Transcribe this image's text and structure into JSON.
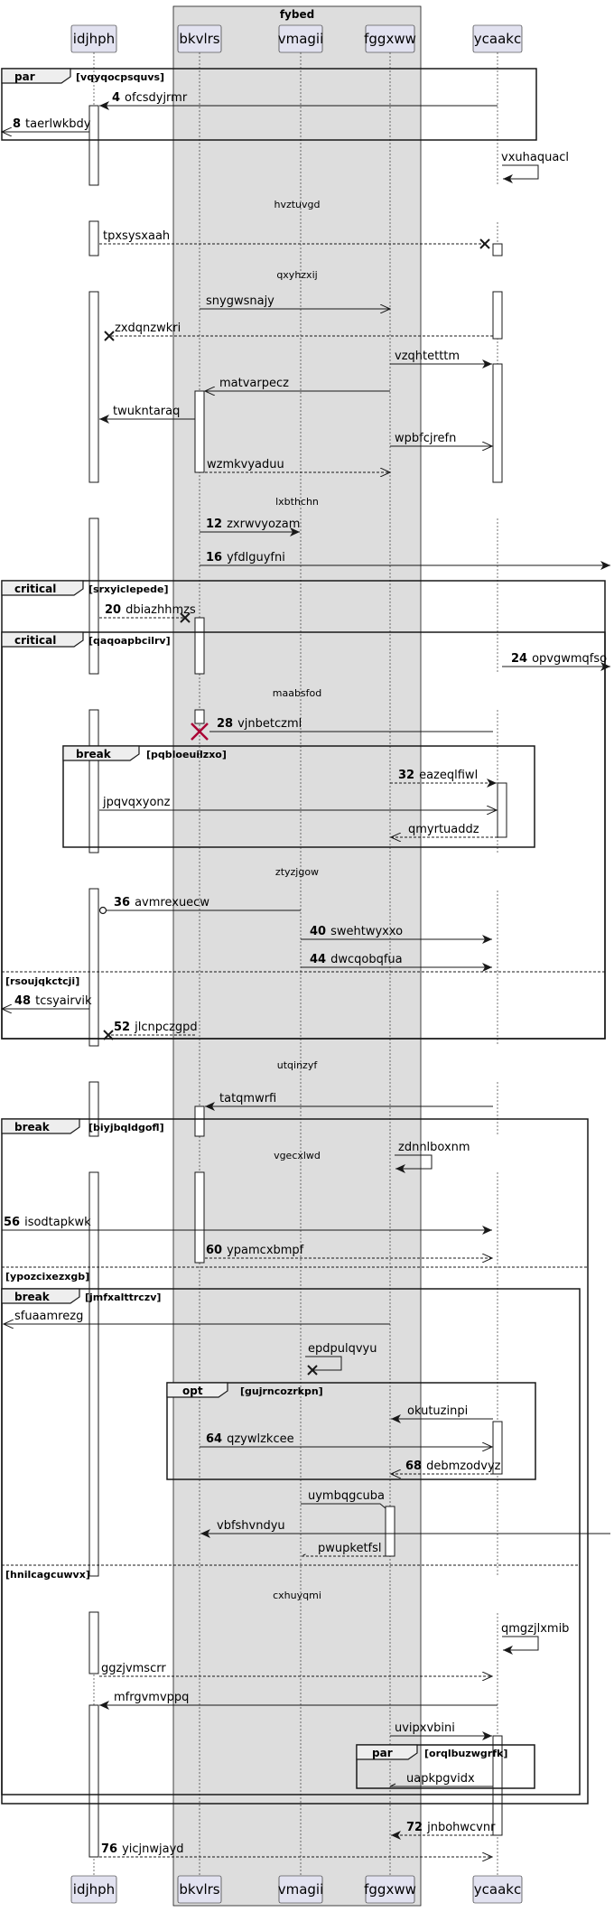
{
  "box": {
    "label": "fybed"
  },
  "participants": [
    {
      "key": "p1",
      "name": "idjhph"
    },
    {
      "key": "p2",
      "name": "bkvlrs"
    },
    {
      "key": "p3",
      "name": "vmagii"
    },
    {
      "key": "p4",
      "name": "fggxww"
    },
    {
      "key": "p5",
      "name": "ycaakc"
    }
  ],
  "fragments": [
    {
      "kind": "par",
      "condition": "[vqyqocpsquvs]"
    },
    {
      "kind": "critical",
      "condition": "[srxyiclepede]"
    },
    {
      "kind": "critical",
      "condition": "[qaqoapbcilrv]"
    },
    {
      "kind": "break",
      "condition": "[pqbloeuilzxo]"
    },
    {
      "kind": "break",
      "condition": "[biyjbqldgofl]"
    },
    {
      "kind": "break",
      "condition": "[jmfxalttrczv]"
    },
    {
      "kind": "opt",
      "condition": "[gujrncozrkpn]"
    },
    {
      "kind": "par",
      "condition": "[orqlbuzwgrfk]"
    }
  ],
  "else_labels": [
    "[rsoujqkctcji]",
    "[ypozcixezxgb]",
    "[hnilcagcuwvx]"
  ],
  "dividers": [
    "hvztuvgd",
    "qxyhzxij",
    "lxbthchn",
    "maabsfod",
    "ztyzjgow",
    "utqinzyf",
    "vgecxlwd",
    "cxhuyqmi"
  ],
  "messages": [
    {
      "num": "4",
      "label": "ofcsdyjrmr"
    },
    {
      "num": "8",
      "label": "taerlwkbdy"
    },
    {
      "num": "",
      "label": "vxuhaquacl"
    },
    {
      "num": "",
      "label": "tpxsysxaah"
    },
    {
      "num": "",
      "label": "snygwsnajy"
    },
    {
      "num": "",
      "label": "zxdqnzwkri"
    },
    {
      "num": "",
      "label": "vzqhtetttm"
    },
    {
      "num": "",
      "label": "matvarpecz"
    },
    {
      "num": "",
      "label": "twukntaraq"
    },
    {
      "num": "",
      "label": "wpbfcjrefn"
    },
    {
      "num": "",
      "label": "wzmkvyaduu"
    },
    {
      "num": "12",
      "label": "zxrwvyozam"
    },
    {
      "num": "16",
      "label": "yfdlguyfni"
    },
    {
      "num": "20",
      "label": "dbiazhhmzs"
    },
    {
      "num": "24",
      "label": "opvgwmqfso"
    },
    {
      "num": "28",
      "label": "vjnbetczml"
    },
    {
      "num": "32",
      "label": "eazeqlfiwl"
    },
    {
      "num": "",
      "label": "jpqvqxyonz"
    },
    {
      "num": "",
      "label": "qmyrtuaddz"
    },
    {
      "num": "36",
      "label": "avmrexuecw"
    },
    {
      "num": "40",
      "label": "swehtwyxxo"
    },
    {
      "num": "44",
      "label": "dwcqobqfua"
    },
    {
      "num": "48",
      "label": "tcsyairvik"
    },
    {
      "num": "52",
      "label": "jlcnpczgpd"
    },
    {
      "num": "",
      "label": "tatqmwrfi"
    },
    {
      "num": "",
      "label": "zdnnlboxnm"
    },
    {
      "num": "56",
      "label": "isodtapkwk"
    },
    {
      "num": "60",
      "label": "ypamcxbmpf"
    },
    {
      "num": "",
      "label": "sfuaamrezg"
    },
    {
      "num": "",
      "label": "epdpulqvyu"
    },
    {
      "num": "",
      "label": "okutuzinpi"
    },
    {
      "num": "64",
      "label": "qzywlzkcee"
    },
    {
      "num": "68",
      "label": "debmzodvyz"
    },
    {
      "num": "",
      "label": "uymbqgcuba"
    },
    {
      "num": "",
      "label": "vbfshvndyu"
    },
    {
      "num": "",
      "label": "pwupketfsl"
    },
    {
      "num": "",
      "label": "qmgzjlxmib"
    },
    {
      "num": "",
      "label": "ggzjvmscrr"
    },
    {
      "num": "",
      "label": "mfrgvmvppq"
    },
    {
      "num": "",
      "label": "uvipxvbini"
    },
    {
      "num": "",
      "label": "uapkpgvidx"
    },
    {
      "num": "72",
      "label": "jnbohwcvnr"
    },
    {
      "num": "76",
      "label": "yicjnwjayd"
    }
  ]
}
